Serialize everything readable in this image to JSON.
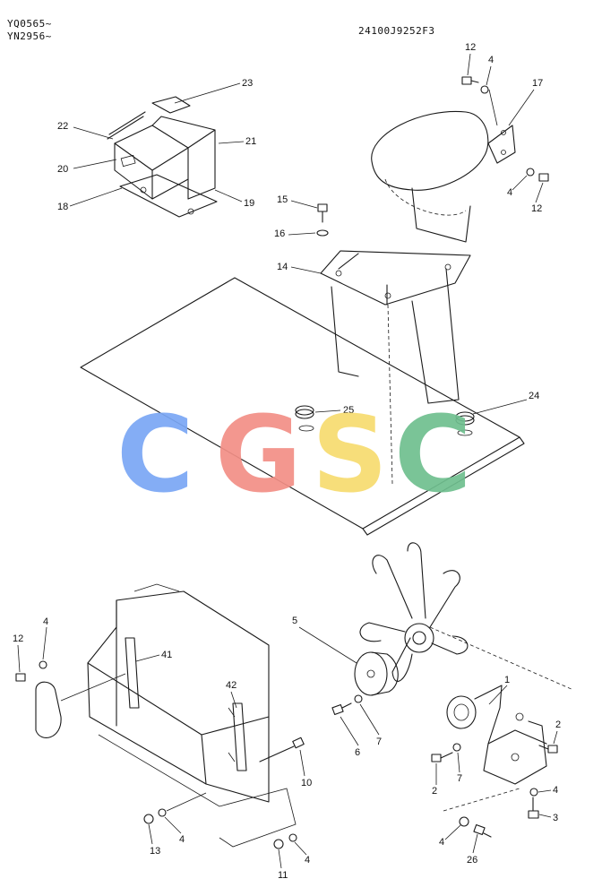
{
  "header": {
    "serial_a": "YQ0565~",
    "serial_b": "YN2956~",
    "drawing_code": "24100J9252F3"
  },
  "callouts": {
    "c23": "23",
    "c22": "22",
    "c21": "21",
    "c20": "20",
    "c19": "19",
    "c18": "18",
    "c12a": "12",
    "c4a": "4",
    "c17": "17",
    "c4b": "4",
    "c12b": "12",
    "c15": "15",
    "c16": "16",
    "c14": "14",
    "c25": "25",
    "c24": "24",
    "c5": "5",
    "c1": "1",
    "c2a": "2",
    "c6": "6",
    "c7a": "7",
    "c7b": "7",
    "c2b": "2",
    "c4c": "4",
    "c3": "3",
    "c4d": "4",
    "c26": "26",
    "c12c": "12",
    "c4e": "4",
    "c41": "41",
    "c42": "42",
    "c10": "10",
    "c13": "13",
    "c4f": "4",
    "c11": "11",
    "c4g": "4"
  },
  "watermark": {
    "letters": [
      "C",
      "G",
      "S",
      "C"
    ],
    "colors": [
      "#7aa7f5",
      "#f28f86",
      "#f7dc6f",
      "#6fbf8f"
    ]
  }
}
